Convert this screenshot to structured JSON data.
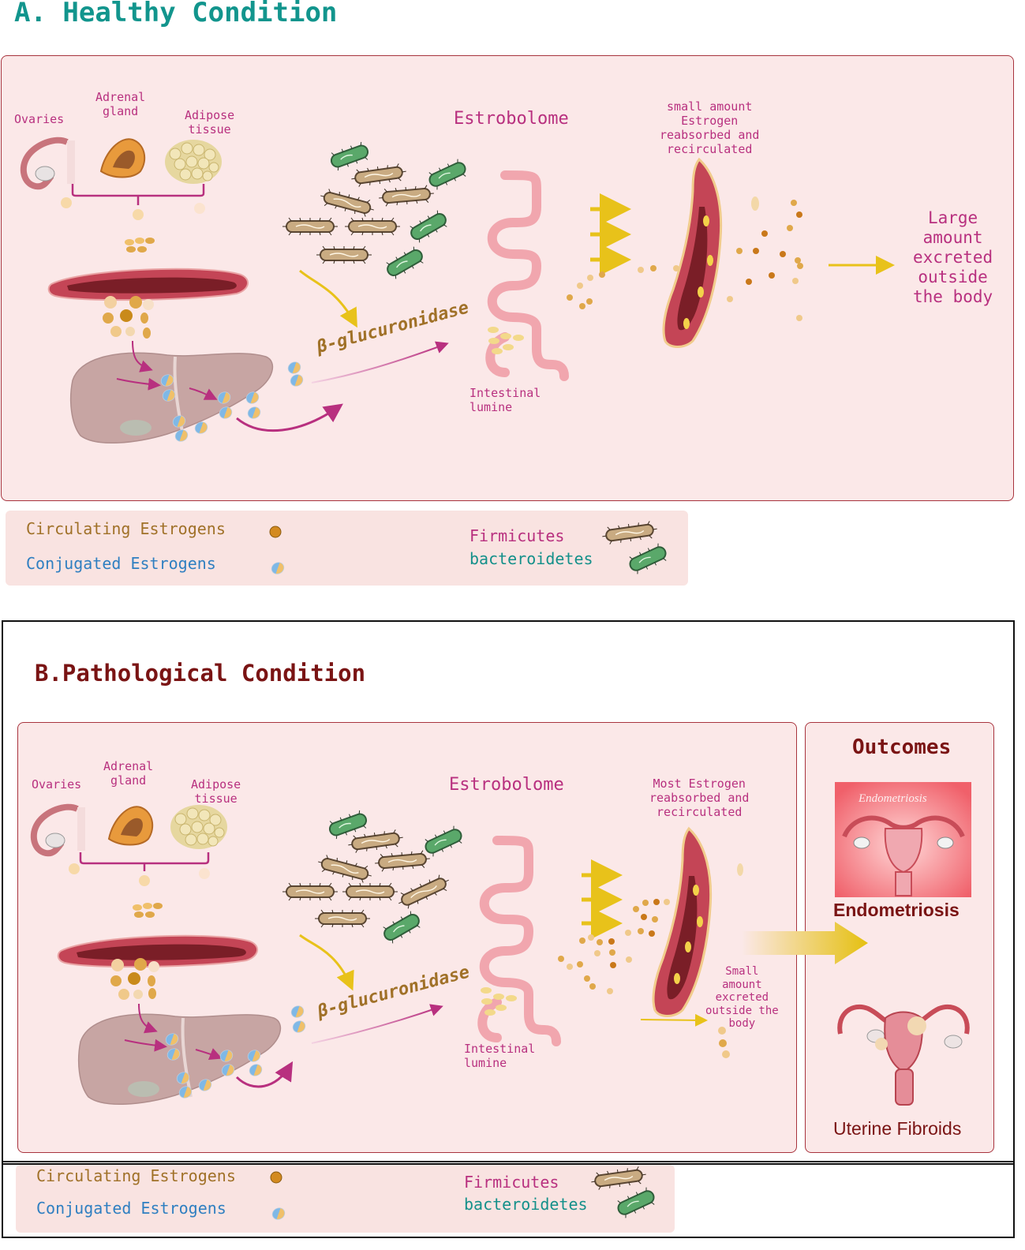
{
  "panelA": {
    "title": "A. Healthy Condition",
    "ovaries": "Ovaries",
    "adrenal_line1": "Adrenal",
    "adrenal_line2": "gland",
    "adipose_line1": "Adipose",
    "adipose_line2": "tissue",
    "estrobolome": "Estrobolome",
    "beta": "β-glucuronidase",
    "intestinal_line1": "Intestinal",
    "intestinal_line2": "lumine",
    "reabsorbed_line1": "small amount",
    "reabsorbed_line2": "Estrogen",
    "reabsorbed_line3": "reabsorbed and",
    "reabsorbed_line4": "recirculated",
    "excreted_line1": "Large",
    "excreted_line2": "amount",
    "excreted_line3": "excreted",
    "excreted_line4": "outside",
    "excreted_line5": "the body"
  },
  "panelB": {
    "title": "B.Pathological Condition",
    "ovaries": "Ovaries",
    "adrenal_line1": "Adrenal",
    "adrenal_line2": "gland",
    "adipose_line1": "Adipose",
    "adipose_line2": "tissue",
    "estrobolome": "Estrobolome",
    "beta": "β-glucuronidase",
    "intestinal_line1": "Intestinal",
    "intestinal_line2": "lumine",
    "reabsorbed_line1": "Most Estrogen",
    "reabsorbed_line2": "reabsorbed and",
    "reabsorbed_line3": "recirculated",
    "excreted_line1": "Small",
    "excreted_line2": "amount",
    "excreted_line3": "excreted",
    "excreted_line4": "outside the",
    "excreted_line5": "body"
  },
  "outcomes": {
    "title": "Outcomes",
    "image_caption": "Endometriosis",
    "item1": "Endometriosis",
    "item2": "Uterine Fibroids"
  },
  "legend": {
    "circulating": "Circulating Estrogens",
    "conjugated": "Conjugated Estrogens",
    "firmicutes": "Firmicutes",
    "bacteroidetes": "bacteroidetes"
  },
  "colors": {
    "teal_title": "#12958d",
    "dark_red_title": "#7a1414",
    "label_magenta": "#b8307f",
    "beta_brown": "#a07128",
    "circulating_brown": "#a07128",
    "conjugated_blue": "#2f7fc1",
    "bacteroidetes_teal": "#14908a",
    "arrow_yellow": "#e8c21a",
    "panel_bg": "#fbe8e8"
  }
}
